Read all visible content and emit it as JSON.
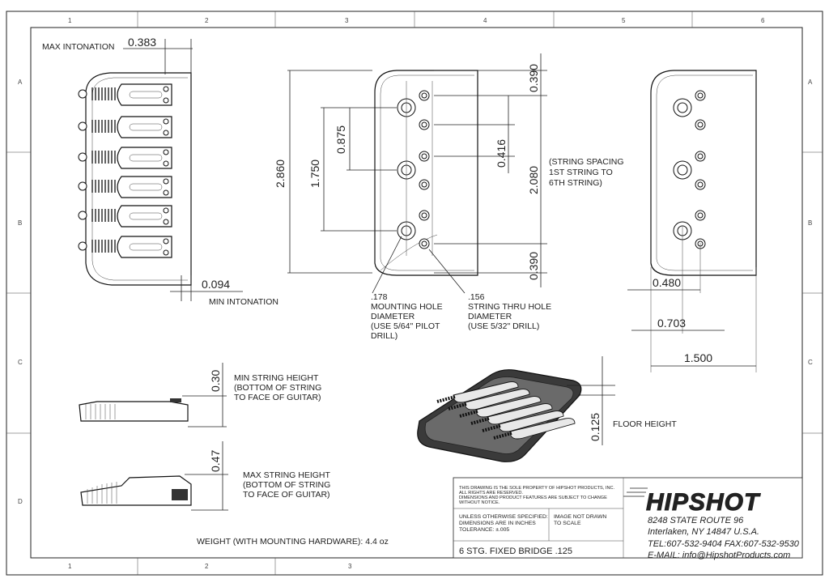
{
  "zones": {
    "top": [
      "1",
      "2",
      "3",
      "4",
      "5",
      "6"
    ],
    "side": [
      "A",
      "B",
      "C",
      "D"
    ]
  },
  "dimensions": {
    "max_intonation_label": "MAX INTONATION",
    "max_intonation_value": "0.383",
    "min_intonation_value": "0.094",
    "min_intonation_label": "MIN INTONATION",
    "overall_length": "2.860",
    "outer_hole_spacing": "1.750",
    "half_hole_spacing": "0.875",
    "top_offset": "0.390",
    "bottom_offset": "0.390",
    "string_pair_offset": "0.416",
    "string_spacing": "2.080",
    "string_spacing_note": [
      "(STRING SPACING",
      "1ST STRING TO",
      "6TH STRING)"
    ],
    "width_inner": "0.480",
    "width_mid": "0.703",
    "width_overall": "1.500",
    "min_height": "0.30",
    "max_height": "0.47",
    "floor_height": "0.125",
    "floor_height_label": "FLOOR HEIGHT"
  },
  "notes": {
    "mounting_hole": [
      ".178",
      "MOUNTING HOLE",
      "DIAMETER",
      "(USE 5/64\" PILOT",
      "DRILL)"
    ],
    "string_thru_hole": [
      ".156",
      "STRING THRU HOLE",
      "DIAMETER",
      "(USE 5/32\" DRILL)"
    ],
    "min_string_height": [
      "MIN STRING HEIGHT",
      "(BOTTOM OF STRING",
      "TO FACE OF GUITAR)"
    ],
    "max_string_height": [
      "MAX STRING HEIGHT",
      "(BOTTOM OF STRING",
      "TO FACE OF GUITAR)"
    ],
    "weight": "WEIGHT (WITH MOUNTING HARDWARE): 4.4 oz"
  },
  "title_block": {
    "property_notice": [
      "THIS DRAWING IS THE SOLE PROPERTY OF HIPSHOT PRODUCTS, INC.",
      "ALL RIGHTS ARE RESERVED.",
      "DIMENSIONS AND PRODUCT FEATURES ARE SUBJECT TO CHANGE",
      "WITHOUT NOTICE."
    ],
    "units_note": [
      "UNLESS OTHERWISE SPECIFIED:",
      "DIMENSIONS ARE IN INCHES",
      "TOLERANCE: ±.005"
    ],
    "scale_note": [
      "IMAGE NOT DRAWN",
      "TO SCALE"
    ],
    "part_title": "6 STG. FIXED BRIDGE .125",
    "logo_text": "HIPSHOT",
    "address": [
      "8248 STATE ROUTE 96",
      "Interlaken, NY 14847 U.S.A.",
      "TEL:607-532-9404 FAX:607-532-9530",
      "E-MAIL: info@HipshotProducts.com"
    ]
  }
}
